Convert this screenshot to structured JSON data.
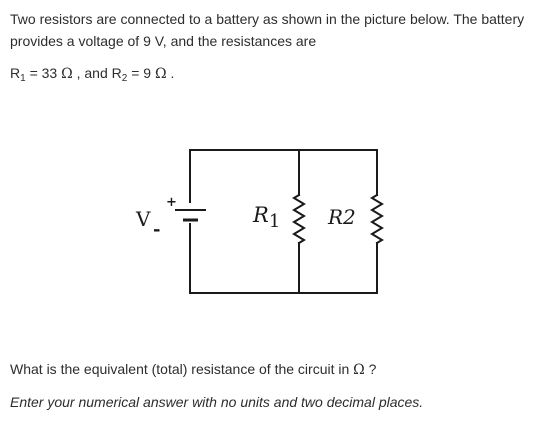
{
  "problem": {
    "intro": "Two resistors are connected to a battery as shown in the picture below. The battery provides a voltage of 9 V, and the resistances are",
    "r1": {
      "symbol": "R",
      "sub": "1",
      "equals": " = 33 ",
      "unit": "Ω",
      "sep": " , and "
    },
    "r2": {
      "symbol": "R",
      "sub": "2",
      "equals": " = 9 ",
      "unit": "Ω",
      "end": " ."
    },
    "question_text": "What is the equivalent (total) resistance of the circuit in ",
    "question_unit": "Ω",
    "question_end": " ?",
    "instruction": "Enter your numerical answer with no units and two decimal places."
  },
  "diagram": {
    "battery_label": "V",
    "plus_sign": "+",
    "minus_sign": "-",
    "resistor1_symbol": "R",
    "resistor1_sub": "1",
    "resistor2_label": "R2"
  }
}
